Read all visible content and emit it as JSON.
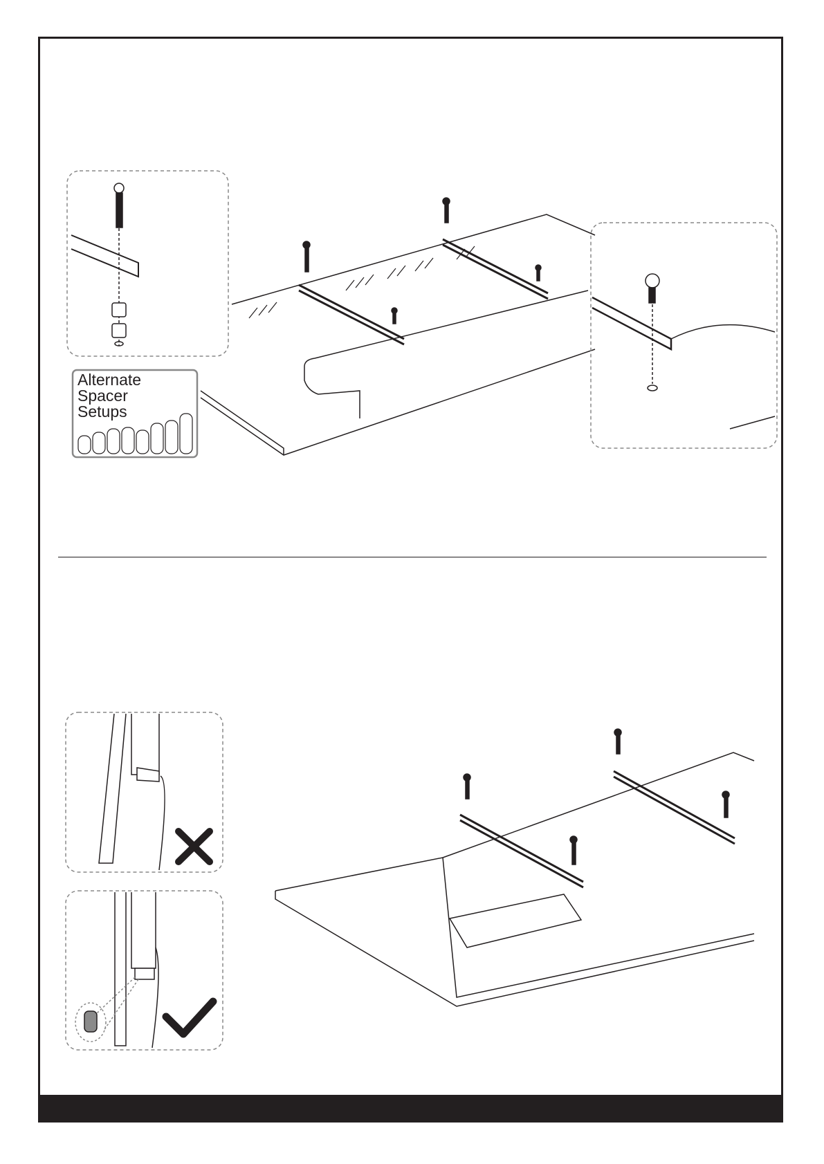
{
  "step_top": {
    "callout_label": "Alternate Spacer Setups"
  },
  "step_bottom": {
    "incorrect_mark": "cross",
    "correct_mark": "check"
  },
  "colors": {
    "ink": "#231f20",
    "dashed": "#888888",
    "spacer_fill": "#8a8a8a"
  }
}
